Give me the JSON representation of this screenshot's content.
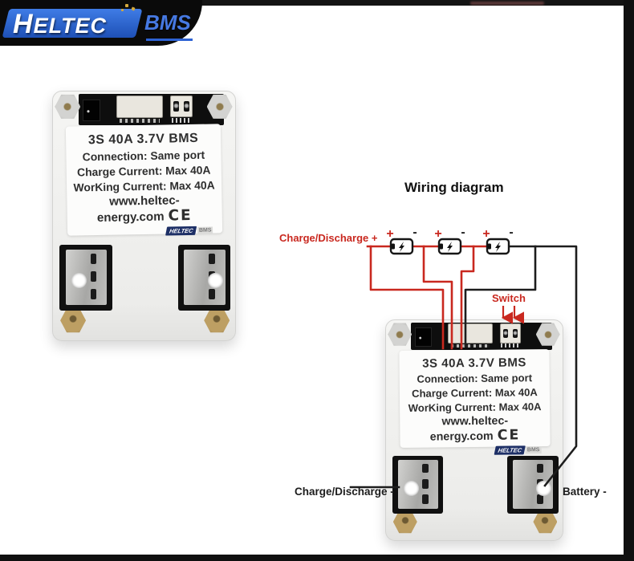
{
  "header": {
    "brand": "HELTEC",
    "brand_suffix": "BMS"
  },
  "diagram": {
    "title": "Wiring diagram",
    "labels": {
      "charge_discharge_plus": "Charge/Discharge +",
      "charge_discharge_minus": "Charge/Discharge -",
      "battery_minus": "Battery -",
      "switch": "Switch"
    },
    "battery": {
      "plus": "+",
      "minus": "-",
      "count": 3
    }
  },
  "board_label": {
    "title": "3S 40A 3.7V BMS",
    "connection": "Connection:  Same port",
    "charge_current": "Charge Current:  Max 40A",
    "working_current": "WorKing Current:  Max 40A",
    "website": "www.heltec-energy.com",
    "ce_mark": "CE",
    "mini_brand": "HELTEC",
    "mini_suffix": "BMS"
  },
  "icons": {
    "lightning_bolt": "zigzag-bolt-shape",
    "hex_screw": "hexagon-shape",
    "switch_arrow": "down-arrow",
    "sparkle": "gold-dots"
  },
  "colors": {
    "wire_red": "#c9281f",
    "wire_black": "#1d1d1d",
    "logo_blue": "#2e63d4",
    "pcb_black": "#0e0e0e"
  }
}
